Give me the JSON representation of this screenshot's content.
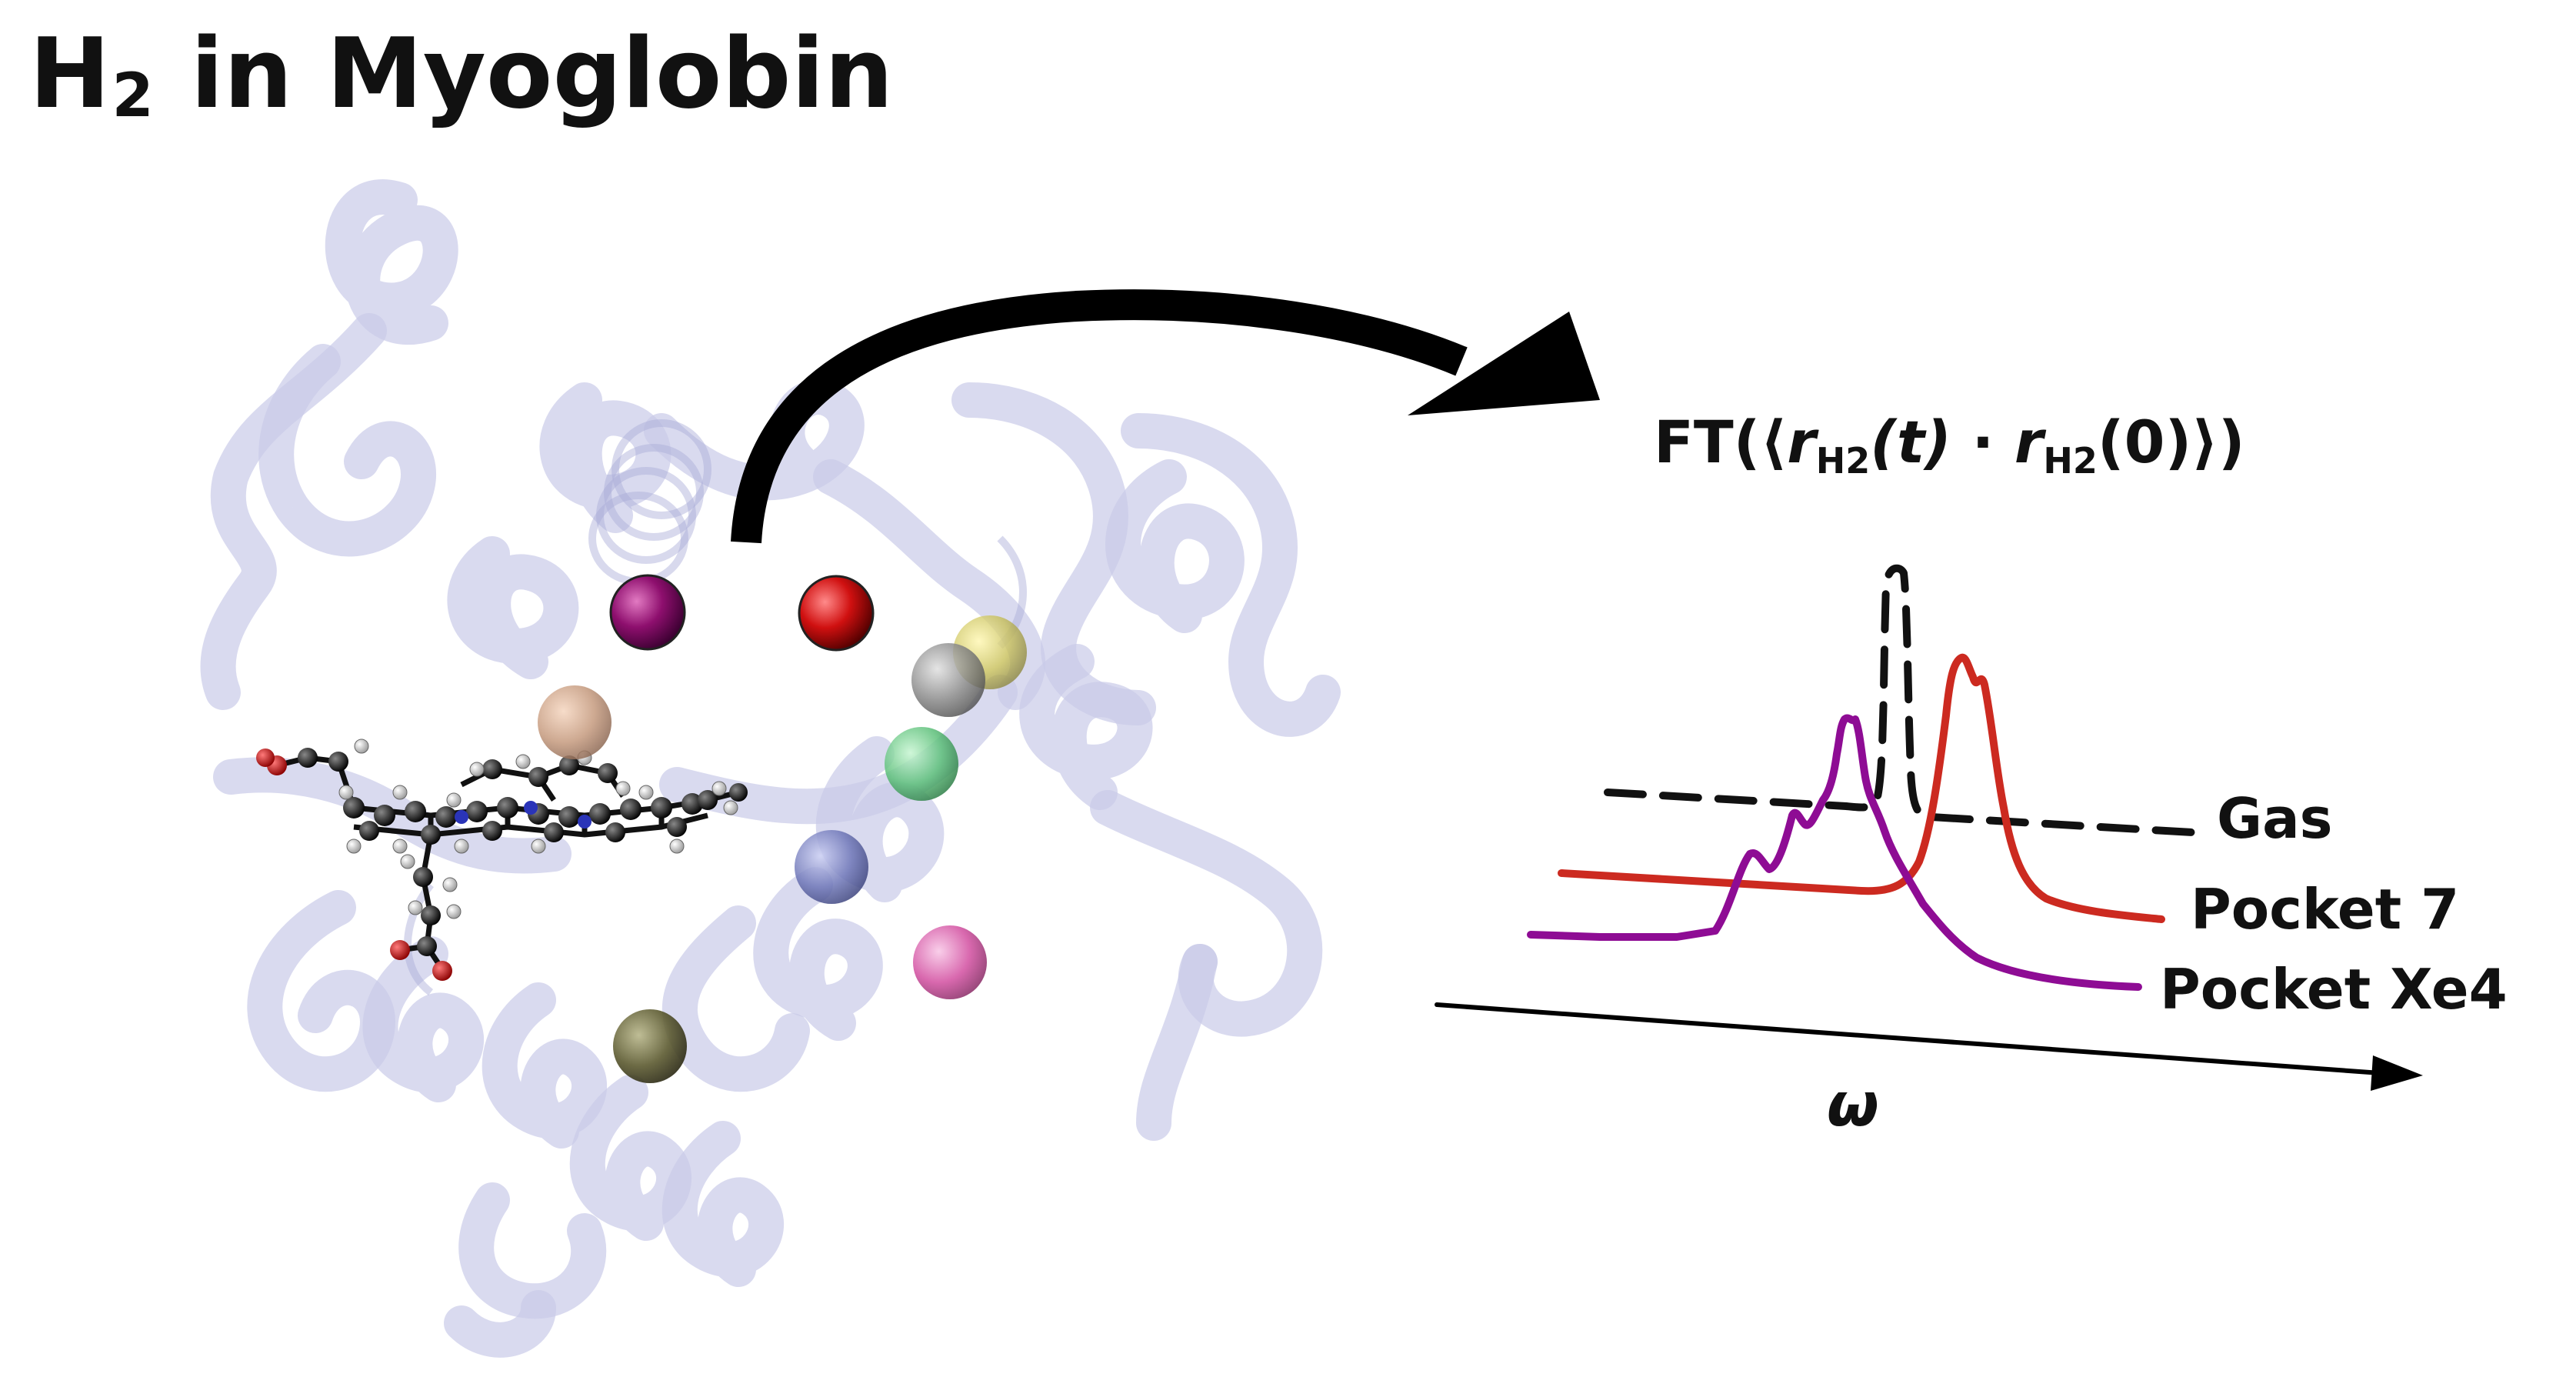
{
  "title": {
    "main": "H",
    "subscript": "2",
    "rest": " in Myoglobin"
  },
  "formula": {
    "prefix": "FT(⟨",
    "r1": "r",
    "sub1": "H2",
    "t": "(t)",
    "dot": " · ",
    "r2": "r",
    "sub2": "H2",
    "suffix": "(0)⟩)"
  },
  "spectrum_labels": {
    "gas": "Gas",
    "pocket7": "Pocket 7",
    "xe4": "Pocket Xe4",
    "omega": "ω"
  },
  "colors": {
    "gas": "#111111",
    "pocket7": "#cc2a20",
    "xe4": "#8e0c94",
    "ribbon": "#c9cbe8",
    "ribbon_edge": "#a9abd8",
    "arrow": "#000000"
  },
  "spheres": [
    {
      "name": "purple-sphere",
      "color": "#8e0f6e"
    },
    {
      "name": "red-sphere",
      "color": "#d01010"
    },
    {
      "name": "yellow-sphere",
      "color": "#c8c05a"
    },
    {
      "name": "gray-sphere",
      "color": "#8a8a8a"
    },
    {
      "name": "peach-sphere",
      "color": "#c59a7e"
    },
    {
      "name": "green-sphere",
      "color": "#5dc07a"
    },
    {
      "name": "blue-sphere",
      "color": "#6f77b8"
    },
    {
      "name": "pink-sphere",
      "color": "#d24ea0"
    },
    {
      "name": "olive-sphere",
      "color": "#5c5a30"
    }
  ]
}
